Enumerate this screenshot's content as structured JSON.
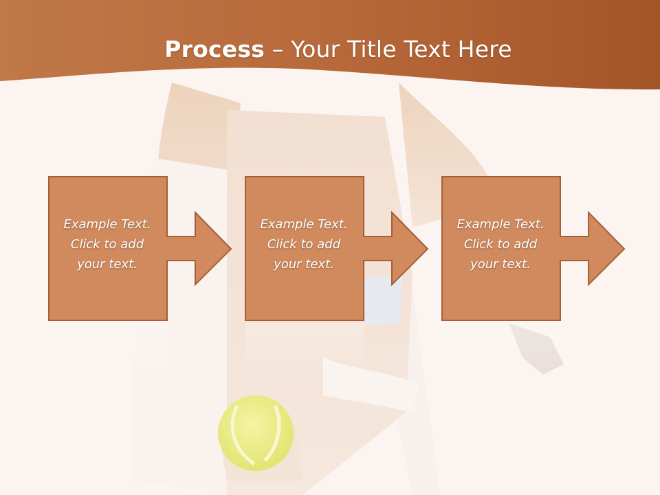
{
  "slide": {
    "title_bold": "Process",
    "title_rest": " – Your Title Text Here"
  },
  "steps": [
    {
      "line1": "Example Text.",
      "line2": "Click  to add",
      "line3": "your text."
    },
    {
      "line1": "Example Text.",
      "line2": "Click  to add",
      "line3": "your text."
    },
    {
      "line1": "Example Text.",
      "line2": "Click  to add",
      "line3": "your text."
    }
  ],
  "colors": {
    "header": "#b8693a",
    "step_fill": "#d08a5e",
    "step_border": "#a65e36",
    "background": "#fbf5f1"
  },
  "background_image": "faded-photo-woman-with-tennis-ball-and-racket"
}
